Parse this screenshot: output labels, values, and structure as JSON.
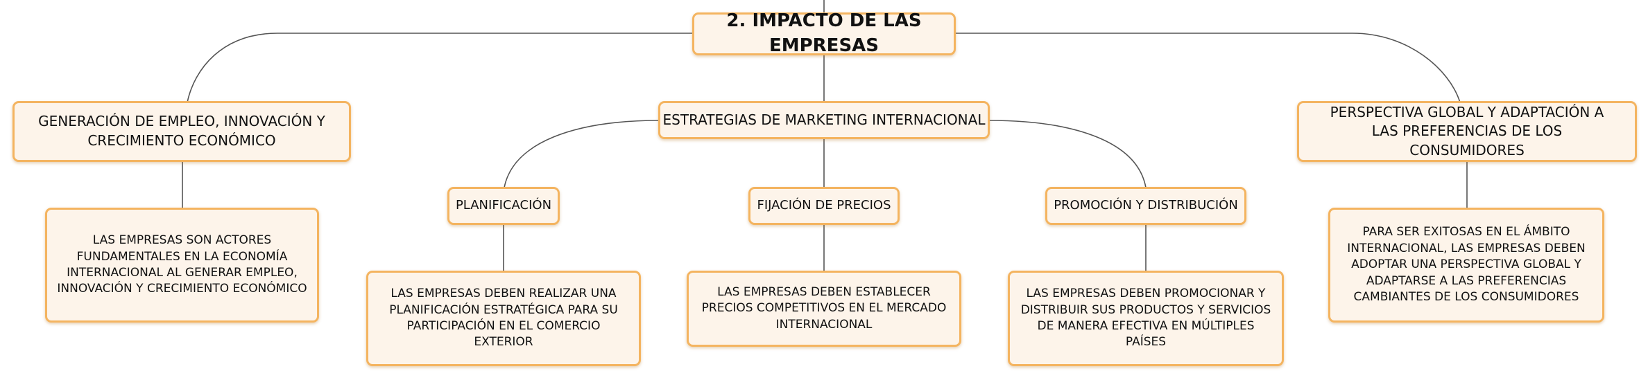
{
  "root": {
    "label": "2. IMPACTO DE LAS EMPRESAS"
  },
  "branches": {
    "empleo": {
      "label": "GENERACIÓN DE EMPLEO, INNOVACIÓN Y CRECIMIENTO ECONÓMICO",
      "detail": "LAS EMPRESAS SON ACTORES FUNDAMENTALES EN LA ECONOMÍA INTERNACIONAL AL GENERAR EMPLEO, INNOVACIÓN Y CRECIMIENTO ECONÓMICO"
    },
    "marketing": {
      "label": "ESTRATEGIAS DE MARKETING INTERNACIONAL",
      "children": {
        "planificacion": {
          "label": "PLANIFICACIÓN",
          "detail": "LAS EMPRESAS DEBEN REALIZAR UNA PLANIFICACIÓN ESTRATÉGICA PARA SU PARTICIPACIÓN EN EL COMERCIO EXTERIOR"
        },
        "precios": {
          "label": "FIJACIÓN DE PRECIOS",
          "detail": "LAS EMPRESAS DEBEN ESTABLECER PRECIOS COMPETITIVOS EN EL MERCADO INTERNACIONAL"
        },
        "promocion": {
          "label": "PROMOCIÓN Y DISTRIBUCIÓN",
          "detail": "LAS EMPRESAS DEBEN PROMOCIONAR Y DISTRIBUIR SUS PRODUCTOS Y SERVICIOS DE MANERA EFECTIVA EN MÚLTIPLES PAÍSES"
        }
      }
    },
    "perspectiva": {
      "label": "PERSPECTIVA GLOBAL Y ADAPTACIÓN A LAS PREFERENCIAS DE LOS CONSUMIDORES",
      "detail": "PARA SER EXITOSAS EN EL ÁMBITO INTERNACIONAL, LAS EMPRESAS DEBEN ADOPTAR UNA PERSPECTIVA GLOBAL Y ADAPTARSE A LAS PREFERENCIAS CAMBIANTES DE LOS CONSUMIDORES"
    }
  },
  "colors": {
    "node_border": "#f4b460",
    "node_fill": "#fdf4ea",
    "connector": "#555555"
  }
}
